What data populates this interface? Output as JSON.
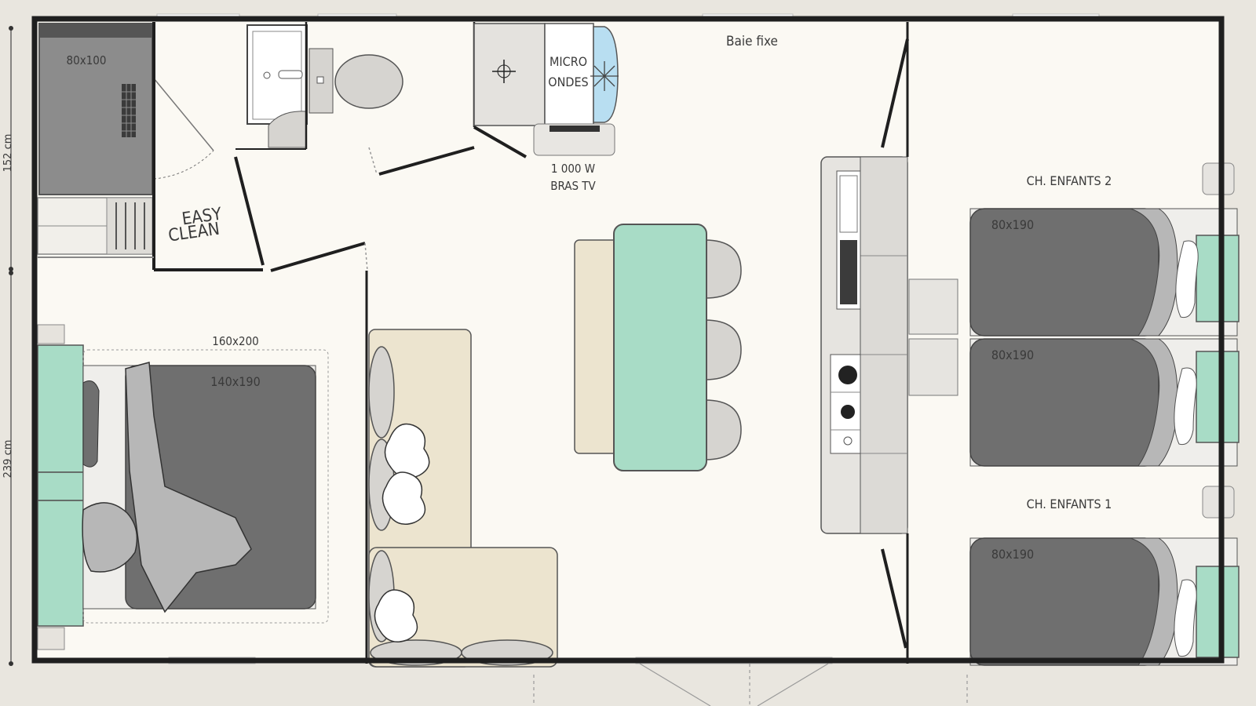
{
  "plan": {
    "labels": {
      "shower": "80x100",
      "easy_top": "EASY",
      "easy_bottom": "CLEAN",
      "micro_1": "MICRO",
      "micro_2": "ONDES",
      "tv_1": "1 000 W",
      "tv_2": "BRAS TV",
      "baie": "Baie fixe",
      "bed_outline": "160x200",
      "bed_master": "140x190",
      "room_kids2": "CH. ENFANTS 2",
      "room_kids1": "CH. ENFANTS 1",
      "bed_k2a": "80x190",
      "bed_k2b": "80x190",
      "bed_k1": "80x190"
    },
    "dimensions": {
      "left_top": "152 cm",
      "left_bottom": "239 cm"
    },
    "colors": {
      "background": "#e9e6df",
      "floor": "#fbf9f3",
      "wall": "#1f1f1f",
      "mint": "#a8dcc6",
      "bed_grey": "#6f6f6f",
      "sofa": "#ece4cf",
      "fixture": "#d6d4d0"
    }
  }
}
